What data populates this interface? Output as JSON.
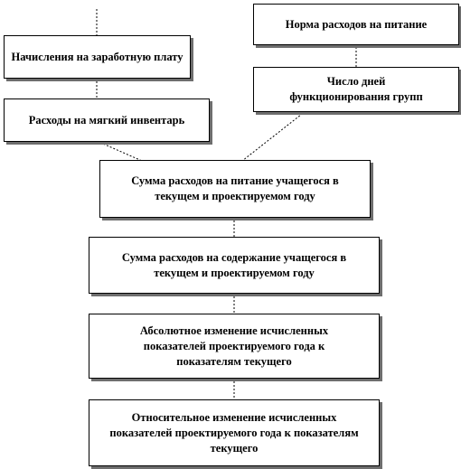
{
  "boxes": {
    "payroll": "Начисления на заработную плату",
    "food_norm": "Норма расходов на питание",
    "group_days": "Число дней функционирования групп",
    "soft_inventory": "Расходы на мягкий инвентарь",
    "food_sum": "Сумма расходов на питание учащегося в текущем и проектируемом году",
    "upkeep_sum": "Сумма расходов на содержание учащегося в текущем и проектируемом году",
    "absolute_change": "Абсолютное изменение исчисленных показателей проектируемого года к показателям текущего",
    "relative_change": "Относительное изменение исчисленных показателей проектируемого года к показателям текущего"
  }
}
